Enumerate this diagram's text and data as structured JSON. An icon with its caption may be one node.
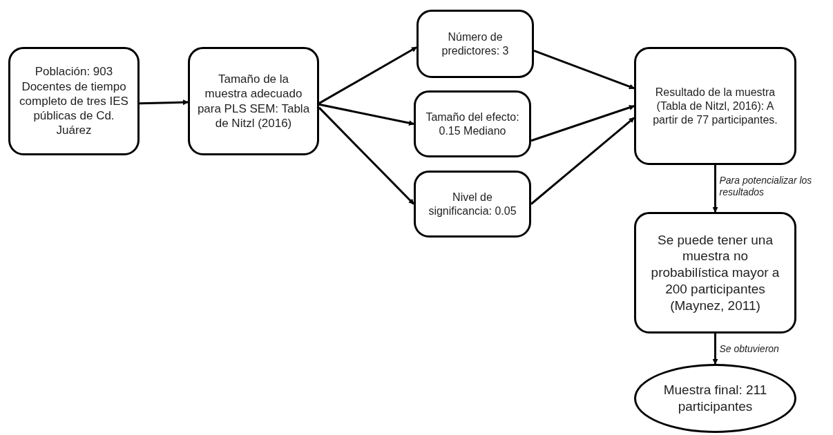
{
  "diagram": {
    "nodes": [
      {
        "text": [
          "Población: 903 Docentes de tiempo completo de tres IES públicas de Cd. Juárez"
        ]
      },
      {
        "text": [
          "Tamaño de la muestra adecuado para PLS SEM: Tabla de Nitzl (2016)"
        ]
      },
      {
        "text": [
          "Número de predictores: 3"
        ]
      },
      {
        "text": [
          "Tamaño del efecto: 0.15 Mediano"
        ]
      },
      {
        "text": [
          "Nivel de significancia: 0.05"
        ]
      },
      {
        "text": [
          "Resultado de la muestra (Tabla de Nitzl, 2016): A partir de 77 participantes."
        ]
      },
      {
        "text": [
          "Se puede tener una muestra no probabilística mayor a 200 participantes (Maynez, 2011)"
        ]
      },
      {
        "text": [
          "Muestra final: 211 participantes"
        ]
      }
    ],
    "edges": [
      {
        "from": 0,
        "to": 1,
        "arrow": "to"
      },
      {
        "from": 1,
        "to": 2,
        "arrow": "to"
      },
      {
        "from": 1,
        "to": 3,
        "arrow": "to"
      },
      {
        "from": 1,
        "to": 4,
        "arrow": "to"
      },
      {
        "from": 2,
        "to": 5,
        "arrow": "to"
      },
      {
        "from": 3,
        "to": 5,
        "arrow": "to"
      },
      {
        "from": 4,
        "to": 5,
        "arrow": "to"
      },
      {
        "from": 5,
        "to": 6,
        "arrow": "to",
        "label": "Para potencializar los resultados"
      },
      {
        "from": 6,
        "to": 7,
        "arrow": "to",
        "label": "Se obtuvieron"
      }
    ]
  }
}
